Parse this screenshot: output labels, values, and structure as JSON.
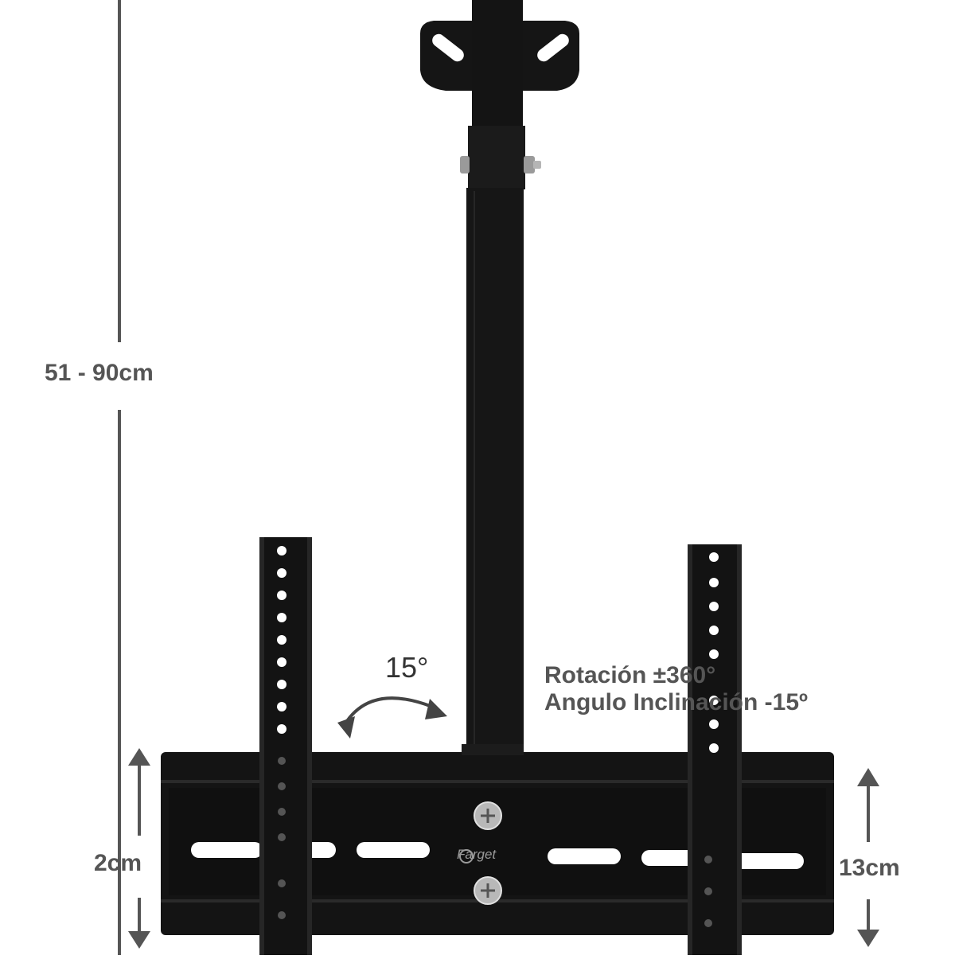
{
  "product": {
    "brand": "Farget"
  },
  "dimensions": {
    "pole_length": "51 - 90cm",
    "left_height": "2cm",
    "right_height": "13cm"
  },
  "specs": {
    "tilt_angle": "15°",
    "rotation": "Rotación ±360°",
    "tilt": "Angulo Inclinación -15º"
  },
  "colors": {
    "mount": "#141414",
    "dimension_line": "#555555",
    "label_text": "#555555",
    "background": "#ffffff"
  }
}
